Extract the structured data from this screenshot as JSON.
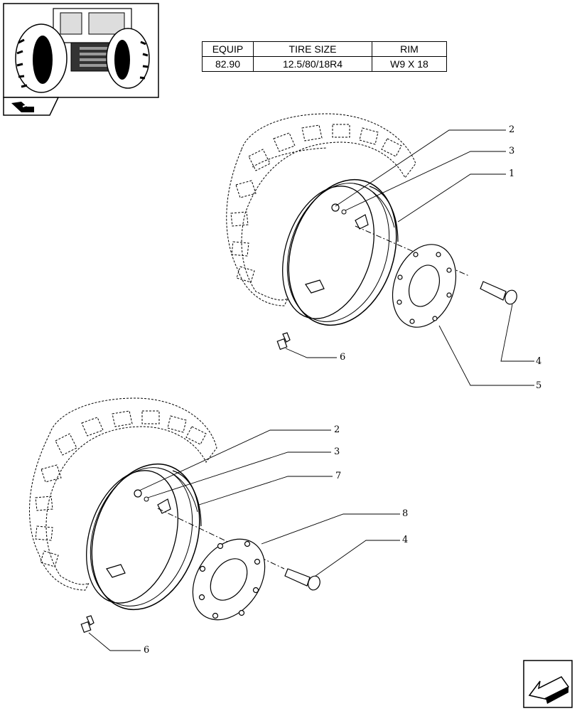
{
  "spec_table": {
    "headers": [
      "EQUIP",
      "TIRE SIZE",
      "RIM"
    ],
    "row": [
      "82.90",
      "12.5/80/18R4",
      "W9 X 18"
    ]
  },
  "callouts": {
    "top": [
      "2",
      "3",
      "1",
      "4",
      "5",
      "6"
    ],
    "bottom": [
      "2",
      "3",
      "7",
      "8",
      "4",
      "6"
    ]
  },
  "icons": {
    "thumbnail": "tractor-front-view-icon",
    "section": "section-arrow-icon",
    "next_page": "next-page-arrow-icon"
  }
}
